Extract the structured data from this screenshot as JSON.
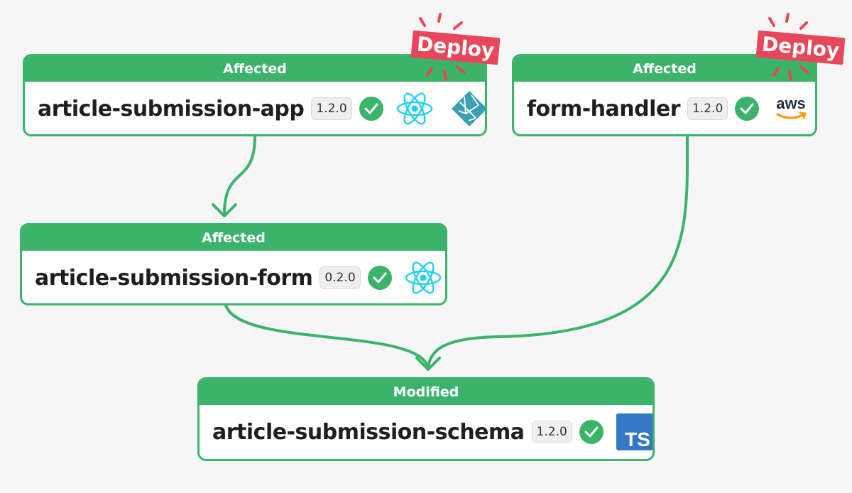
{
  "colors": {
    "accent": "#3cb36a",
    "deploy": "#e6475b",
    "typescript": "#3178c6",
    "react": "#23cfee",
    "netlify": "#3a9fb3"
  },
  "nodes": {
    "app": {
      "status": "Affected",
      "name": "article-submission-app",
      "version": "1.2.0",
      "icons": [
        "react-icon",
        "netlify-icon"
      ],
      "badge": "Deploy"
    },
    "handler": {
      "status": "Affected",
      "name": "form-handler",
      "version": "1.2.0",
      "icons": [
        "aws-icon"
      ],
      "badge": "Deploy"
    },
    "form": {
      "status": "Affected",
      "name": "article-submission-form",
      "version": "0.2.0",
      "icons": [
        "react-icon"
      ]
    },
    "schema": {
      "status": "Modified",
      "name": "article-submission-schema",
      "version": "1.2.0",
      "icons": [
        "typescript-icon"
      ]
    }
  },
  "edges": [
    {
      "from": "article-submission-app",
      "to": "article-submission-form"
    },
    {
      "from": "article-submission-form",
      "to": "article-submission-schema"
    },
    {
      "from": "form-handler",
      "to": "article-submission-schema"
    }
  ],
  "icon_text": {
    "aws": "aws",
    "typescript": "TS"
  }
}
